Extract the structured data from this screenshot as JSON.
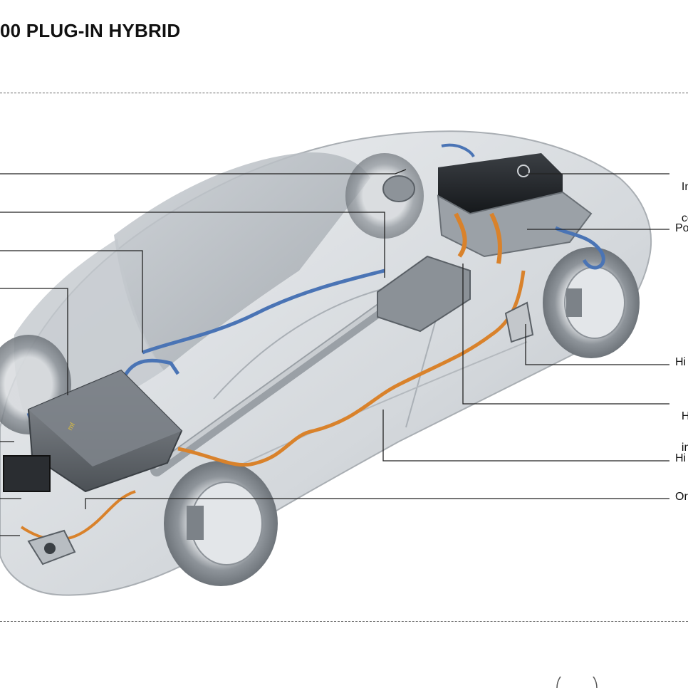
{
  "header": {
    "title": "00 PLUG-IN HYBRID"
  },
  "labels": {
    "l1_line1": "Int",
    "l1_line2": "co",
    "l2": "Po",
    "l3": "Hi",
    "l4_line1": "Hy",
    "l4_line2": "inc",
    "l5": "Hi",
    "l6": "Or"
  },
  "battery_marking": "ml",
  "colors": {
    "high_voltage": "#d9822b",
    "coolant": "#4a74b5",
    "body": "#d9dce0",
    "callout_line": "#222222"
  }
}
